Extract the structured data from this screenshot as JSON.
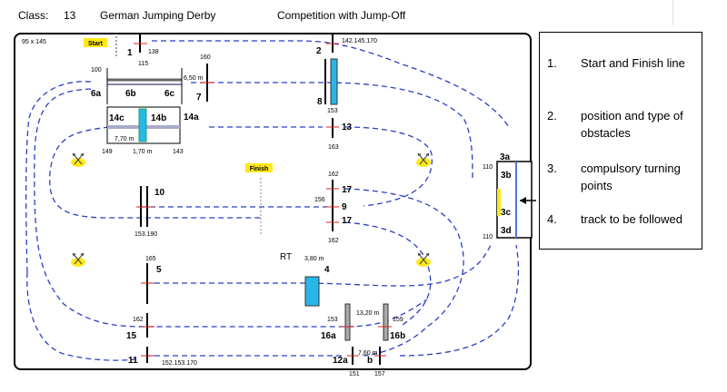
{
  "header": {
    "class_label": "Class:",
    "class_number": "13",
    "event_name": "German Jumping Derby",
    "competition_type": "Competition with Jump-Off"
  },
  "arena": {
    "dimensions": "95 x 145",
    "start_label": "Start",
    "finish_label": "Finish",
    "badge_color": "#ffe81a",
    "track_color": "#2b3fc4",
    "water_color": "#29b6e8"
  },
  "obstacles": [
    {
      "id": "1",
      "heights": "138"
    },
    {
      "id": "2",
      "heights": "142.145.170"
    },
    {
      "id": "3a",
      "heights": "110"
    },
    {
      "id": "3b",
      "heights": ""
    },
    {
      "id": "3c",
      "heights": ""
    },
    {
      "id": "3d",
      "heights": "110"
    },
    {
      "id": "4",
      "heights": "3,80 m"
    },
    {
      "id": "5",
      "heights": "165"
    },
    {
      "id": "6a",
      "heights": "100"
    },
    {
      "id": "6b",
      "heights": "115"
    },
    {
      "id": "6c",
      "heights": "6,50 m"
    },
    {
      "id": "7",
      "heights": "160"
    },
    {
      "id": "8",
      "heights": "153"
    },
    {
      "id": "9",
      "heights": "156"
    },
    {
      "id": "10",
      "heights": "153.190"
    },
    {
      "id": "11",
      "heights": "152.153.170"
    },
    {
      "id": "12a",
      "heights": "151"
    },
    {
      "id": "b",
      "heights": "157"
    },
    {
      "id": "13",
      "heights": "163"
    },
    {
      "id": "14a",
      "heights": "143"
    },
    {
      "id": "14b",
      "heights": "1,70 m"
    },
    {
      "id": "14c",
      "heights": "149"
    },
    {
      "id": "15",
      "heights": "162"
    },
    {
      "id": "16a",
      "heights": "153"
    },
    {
      "id": "16b",
      "heights": "159"
    },
    {
      "id": "17",
      "heights": "162"
    },
    {
      "id": "RT",
      "heights": ""
    }
  ],
  "distances": {
    "d14": "7,70 m",
    "d16": "13,20 m",
    "d12": "7,60 m",
    "d3": "110"
  },
  "legend": {
    "items": [
      {
        "num": "1.",
        "text": "Start and Finish line"
      },
      {
        "num": "2.",
        "text": "position and type of obstacles"
      },
      {
        "num": "3.",
        "text": "compulsory turning points"
      },
      {
        "num": "4.",
        "text": "track to be followed"
      }
    ]
  }
}
